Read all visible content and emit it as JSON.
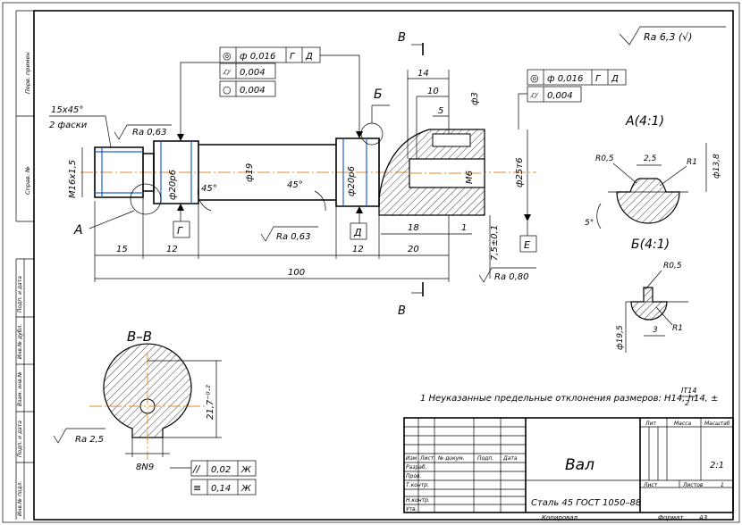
{
  "roughness": {
    "general": "Ra 6,3 (√)",
    "thread": "Ra 0,63",
    "journal": "Ra 0,63",
    "bottom": "Ra 0,80",
    "section": "Ra 2,5"
  },
  "tolerance_frames": {
    "left": [
      {
        "sym": "◎",
        "val": "ф 0,016",
        "b1": "Г",
        "b2": "Д"
      },
      {
        "sym": "⌭",
        "val": "0,004"
      },
      {
        "sym": "○",
        "val": "0,004"
      }
    ],
    "right": [
      {
        "sym": "◎",
        "val": "ф 0,016",
        "b1": "Г",
        "b2": "Д"
      },
      {
        "sym": "⌭",
        "val": "0,004"
      }
    ],
    "section": [
      {
        "sym": "//",
        "val": "0,02",
        "b1": "Ж"
      },
      {
        "sym": "≡",
        "val": "0,14",
        "b1": "Ж"
      }
    ]
  },
  "dimensions": {
    "chamfer": "15x45°",
    "chamfer_note": "2 фаски",
    "thread": "M16x1,5",
    "d20p6_left": "ф20р6",
    "d19": "ф19",
    "d20p6_right": "ф20р6",
    "d25m6": "ф25т6",
    "m6": "M6",
    "d3": "ф3",
    "angle_45a": "45°",
    "angle_45b": "45°",
    "d15": "15",
    "d12a": "12",
    "d12b": "12",
    "d20": "20",
    "d18": "18",
    "d1": "1",
    "d14": "14",
    "d10": "10",
    "d5": "5",
    "d100": "100",
    "d75": "7,5±0,1",
    "d8n9": "8N9",
    "d217": "21,7⁻⁰·²"
  },
  "datums": {
    "g": "Г",
    "d": "Д",
    "e": "Е"
  },
  "labels": {
    "a": "А",
    "b": "Б",
    "v_top": "В",
    "v_bottom": "В",
    "section": "В–В",
    "detail_a": "А(4:1)",
    "detail_b": "Б(4:1)"
  },
  "detail_a": {
    "r05": "R0,5",
    "r1": "R1",
    "w25": "2,5",
    "d138": "ф13,8",
    "ang": "5°"
  },
  "detail_b": {
    "r05": "R0,5",
    "r1": "R1",
    "w3": "3",
    "d195": "ф19,5"
  },
  "note": {
    "text": "1 Неуказанные предельные отклонения размеров: H14, h14, ±",
    "frac_top": "IT14",
    "frac_bottom": "2"
  },
  "side_columns": [
    "Перв. примен",
    "Справ. №",
    "Подп. и дата",
    "Инв.№ дубл.",
    "Взам. инв.№",
    "Подп. и дата",
    "Инв.№ подл."
  ],
  "title_block": {
    "name": "Вал",
    "material": "Сталь 45 ГОСТ 1050–88",
    "head": [
      "Изм",
      "Лист",
      "№ докум.",
      "Подп.",
      "Дата"
    ],
    "roles": [
      "Разраб.",
      "Пров.",
      "Т.контр.",
      "",
      "Н.контр.",
      "Утв."
    ],
    "lit": "Лит",
    "mass": "Масса",
    "scale": "Масштаб",
    "scale_val": "2:1",
    "sheet": "Лист",
    "sheets": "Листов",
    "sheets_val": "1",
    "copied": "Копировал",
    "format": "Формат",
    "format_val": "А3"
  }
}
